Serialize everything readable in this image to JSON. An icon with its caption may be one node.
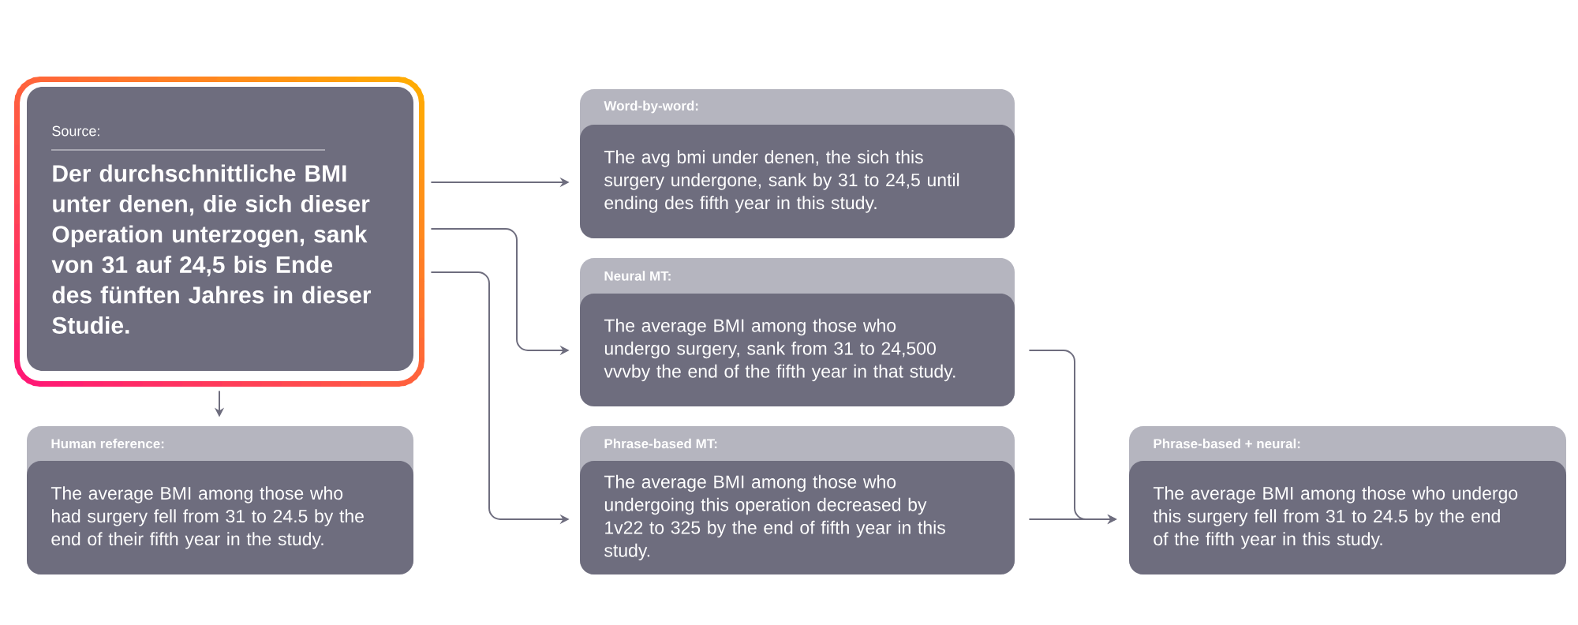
{
  "diagram": {
    "nodes": [
      {
        "text": [
          "Source:",
          "Der durchschnittliche BMI unter denen, die sich dieser Operation unterzogen, sank von 31 auf 24,5 bis Ende des fünften Jahres in dieser Studie."
        ]
      },
      {
        "text": [
          "Word-by-word:",
          "The avg bmi under denen, the sich this surgery undergone, sank by 31 to 24,5 until ending des fifth year in this study."
        ]
      },
      {
        "text": [
          "Neural MT:",
          "The average BMI among those who undergo surgery, sank from 31 to 24,500 vvvby the end of the fifth year in that study."
        ]
      },
      {
        "text": [
          "Human reference:",
          "The average BMI among those who had surgery fell from 31 to 24.5 by the end of their fifth year in the study."
        ]
      },
      {
        "text": [
          "Phrase-based MT:",
          "The average BMI among those who undergoing this operation decreased by 1v22 to 325 by the end of fifth year in this study."
        ]
      },
      {
        "text": [
          "Phrase-based + neural:",
          "The average BMI among those who undergo this surgery fell from 31 to 24.5 by the end of the fifth year in this study."
        ]
      }
    ],
    "edges": [
      {
        "from": 0,
        "to": 1,
        "arrow": "to"
      },
      {
        "from": 0,
        "to": 2,
        "arrow": "to"
      },
      {
        "from": 0,
        "to": 3,
        "arrow": "to"
      },
      {
        "from": 0,
        "to": 4,
        "arrow": "to"
      },
      {
        "from": 2,
        "to": 5,
        "arrow": "to"
      },
      {
        "from": 4,
        "to": 5,
        "arrow": "to"
      }
    ]
  }
}
